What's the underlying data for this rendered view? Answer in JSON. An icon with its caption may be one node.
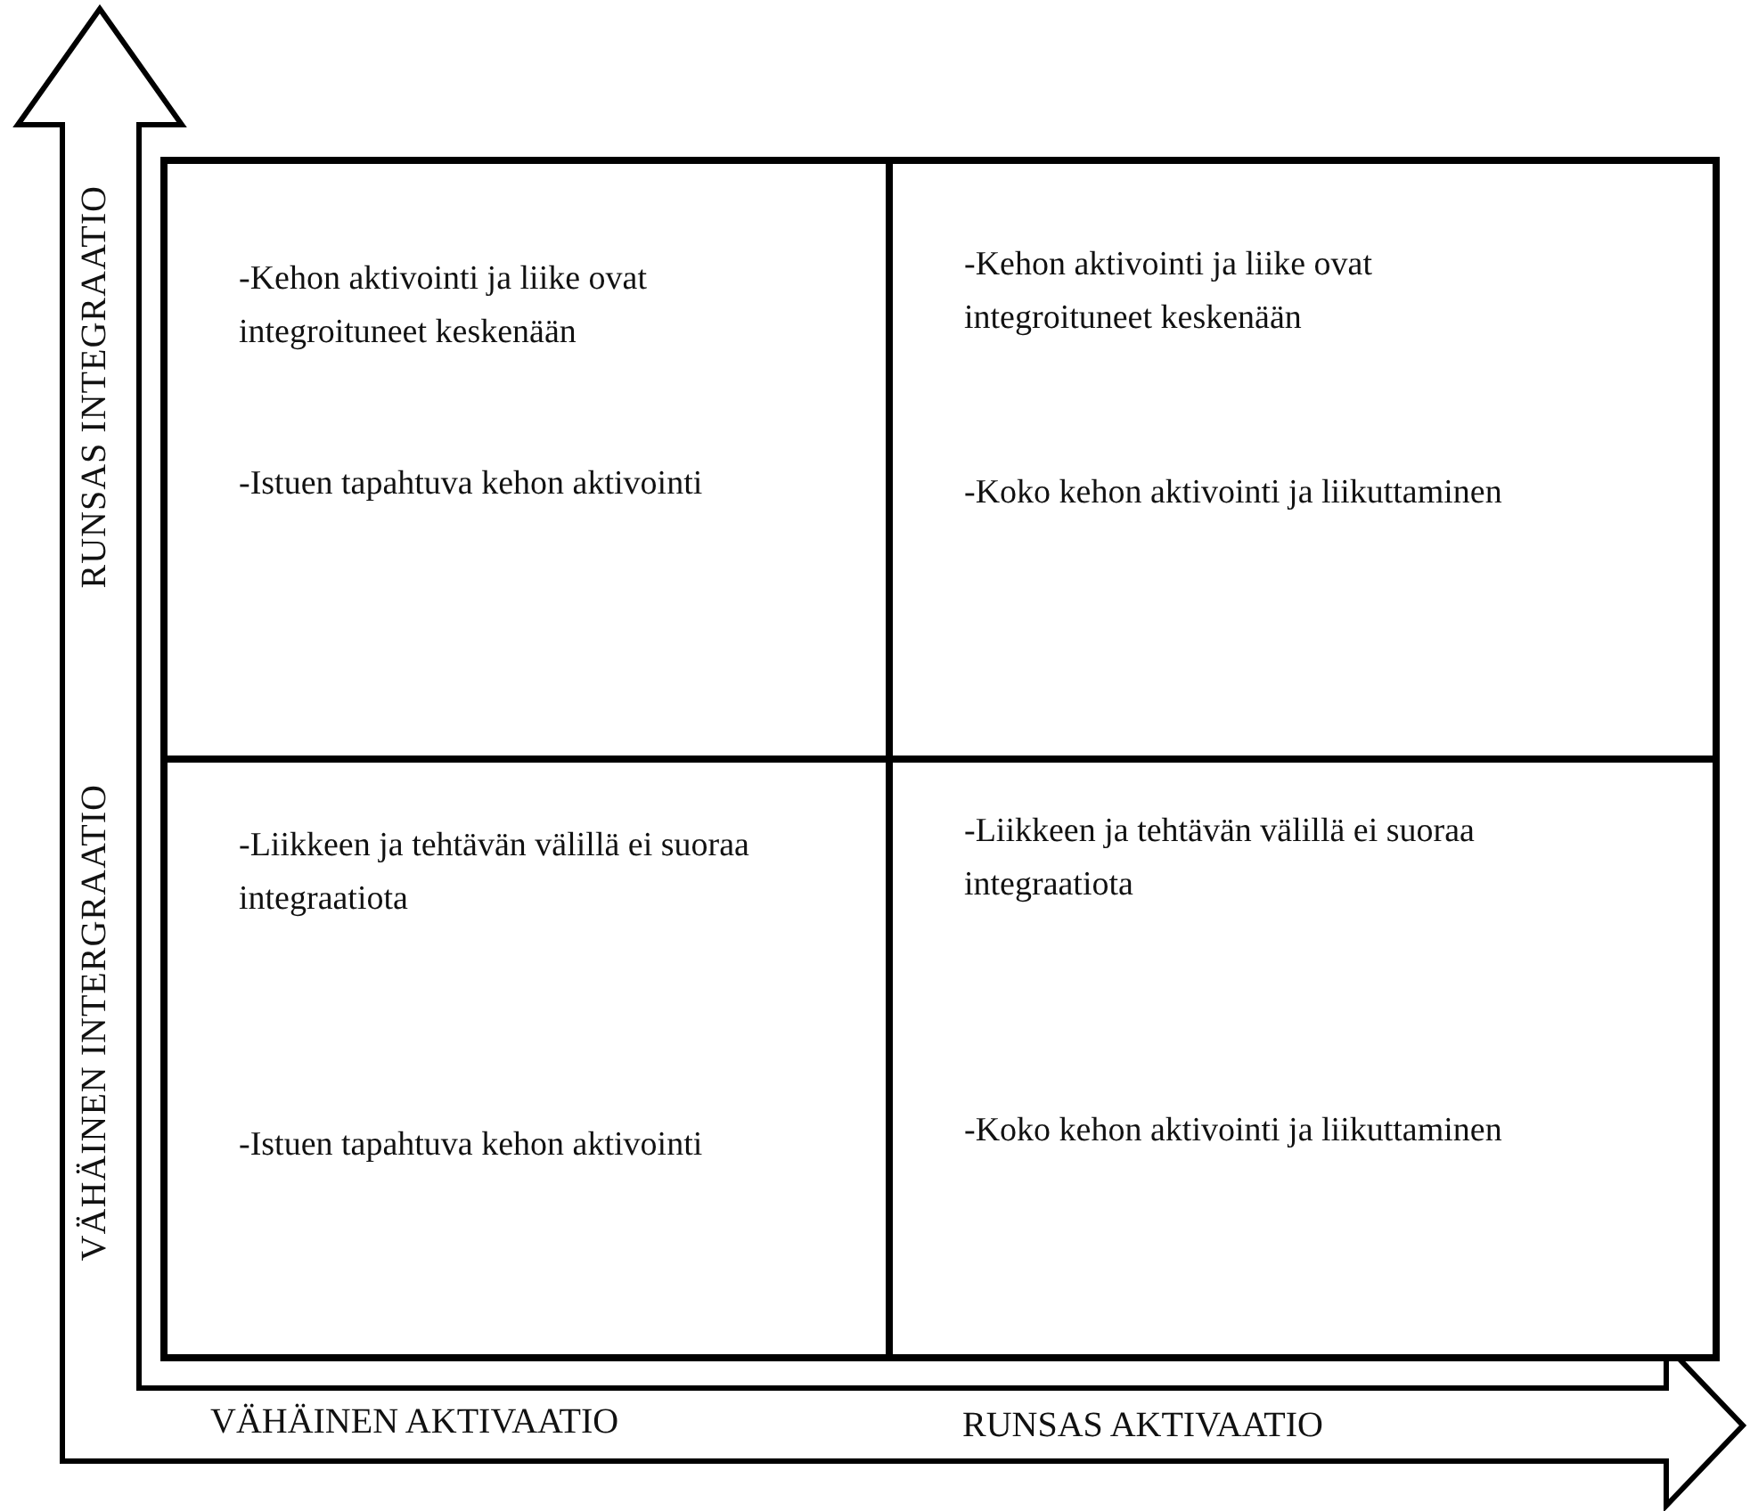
{
  "diagram": {
    "nodes": [
      {
        "text": [
          "-Kehon aktivointi ja liike ovat integroituneet keskenään",
          "-Istuen tapahtuva kehon aktivointi"
        ]
      },
      {
        "text": [
          "-Kehon aktivointi ja liike ovat integroituneet keskenään",
          "-Koko kehon aktivointi ja liikuttaminen"
        ]
      },
      {
        "text": [
          "-Liikkeen ja tehtävän välillä ei suoraa integraatiota",
          "-Istuen tapahtuva kehon aktivointi"
        ]
      },
      {
        "text": [
          "-Liikkeen ja tehtävän välillä ei suoraa integraatiota",
          "-Koko kehon aktivointi ja liikuttaminen"
        ]
      }
    ],
    "labels": [
      "RUNSAS INTEGRAATIO",
      "VÄHÄINEN INTERGRAATIO",
      "VÄHÄINEN AKTIVAATIO",
      "RUNSAS AKTIVAATIO"
    ]
  }
}
